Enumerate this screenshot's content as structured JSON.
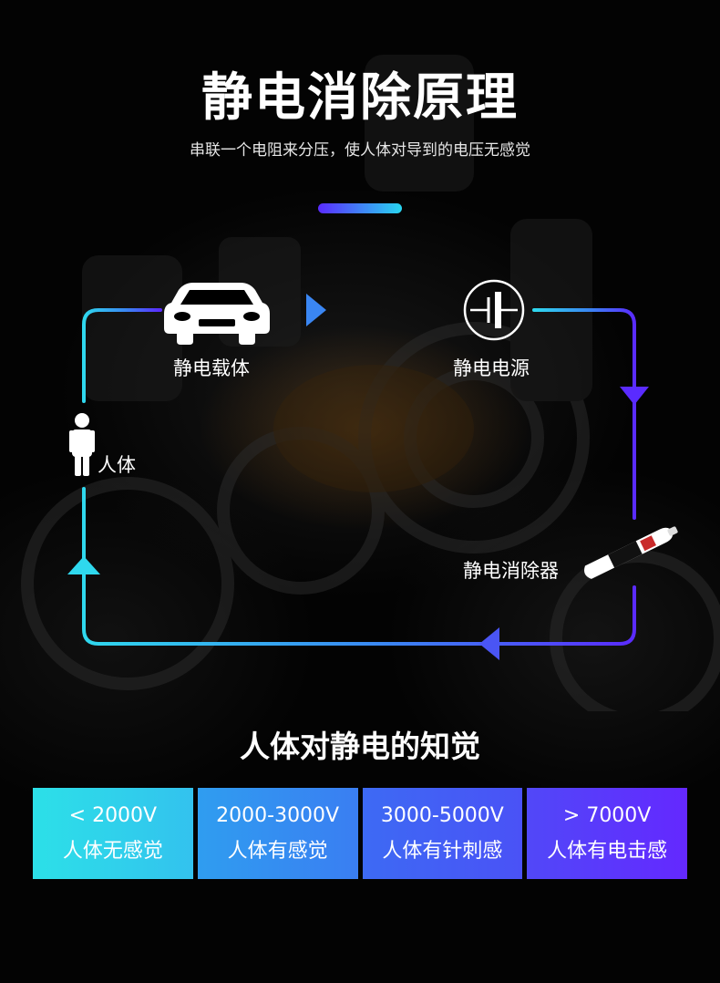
{
  "header": {
    "title": "静电消除原理",
    "subtitle": "串联一个电阻来分压，使人体对导到的电压无感觉"
  },
  "diagram": {
    "nodes": {
      "carrier": "静电载体",
      "power": "静电电源",
      "eliminator": "静电消除器",
      "human": "人体"
    },
    "colors": {
      "start": "#2fd8ee",
      "end": "#5a2bff"
    }
  },
  "perception": {
    "title": "人体对静电的知觉",
    "levels": [
      {
        "voltage": "< 2000V",
        "feeling": "人体无感觉",
        "color_from": "#2ce0e8",
        "color_to": "#33c2ee"
      },
      {
        "voltage": "2000-3000V",
        "feeling": "人体有感觉",
        "color_from": "#2f9df0",
        "color_to": "#3a7ef2"
      },
      {
        "voltage": "3000-5000V",
        "feeling": "人体有针刺感",
        "color_from": "#3d6af4",
        "color_to": "#4a52f6"
      },
      {
        "voltage": "> 7000V",
        "feeling": "人体有电击感",
        "color_from": "#5148f8",
        "color_to": "#6428ff"
      }
    ]
  }
}
